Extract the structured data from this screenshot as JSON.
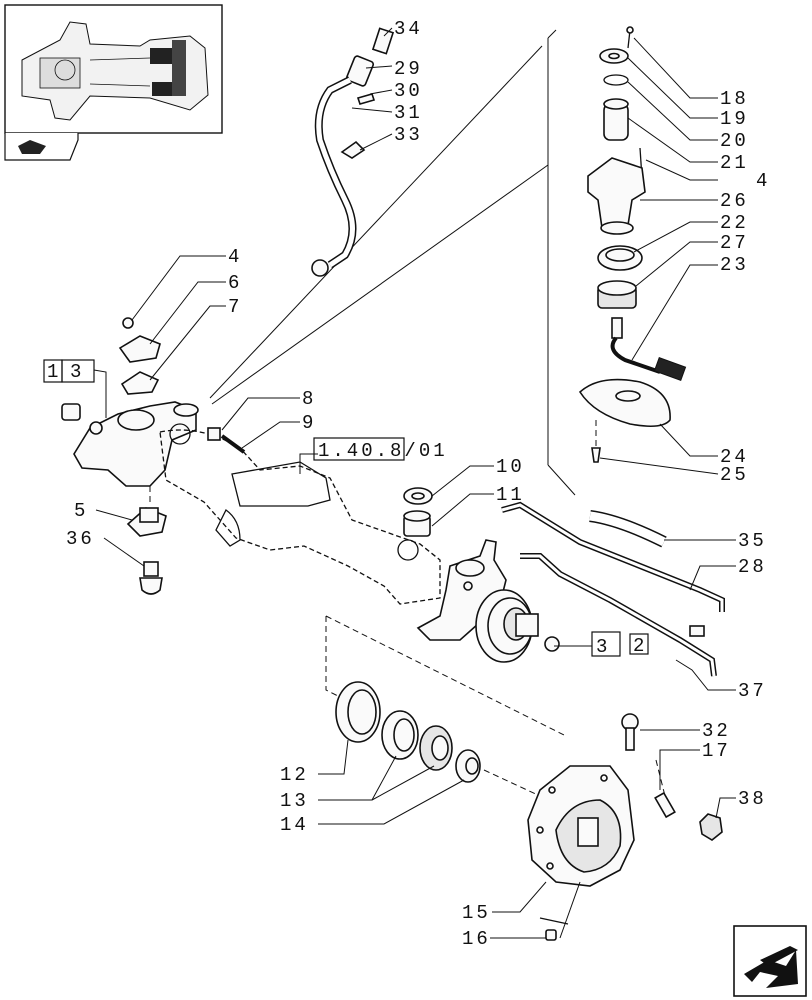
{
  "thumbnail": {
    "caption": ""
  },
  "nav": {
    "next_page": "next-page-arrow-icon"
  },
  "references": {
    "ref_1_40_8_01": "1.40.8/01",
    "ref_box_1": "1",
    "ref_box_2": "2"
  },
  "labels": {
    "l34": "34",
    "l29": "29",
    "l30": "30",
    "l31": "31",
    "l33": "33",
    "l18": "18",
    "l19": "19",
    "l20": "20",
    "l21": "21",
    "l4b": "4",
    "l26": "26",
    "l22": "22",
    "l27": "27",
    "l23": "23",
    "l24": "24",
    "l25": "25",
    "l4": "4",
    "l6": "6",
    "l7": "7",
    "l3a": "3",
    "l8": "8",
    "l9": "9",
    "l10": "10",
    "l11": "11",
    "l5": "5",
    "l36": "36",
    "l35": "35",
    "l28": "28",
    "l3b": "3",
    "l37": "37",
    "l32": "32",
    "l17": "17",
    "l38": "38",
    "l12": "12",
    "l13": "13",
    "l14": "14",
    "l15": "15",
    "l16": "16"
  }
}
